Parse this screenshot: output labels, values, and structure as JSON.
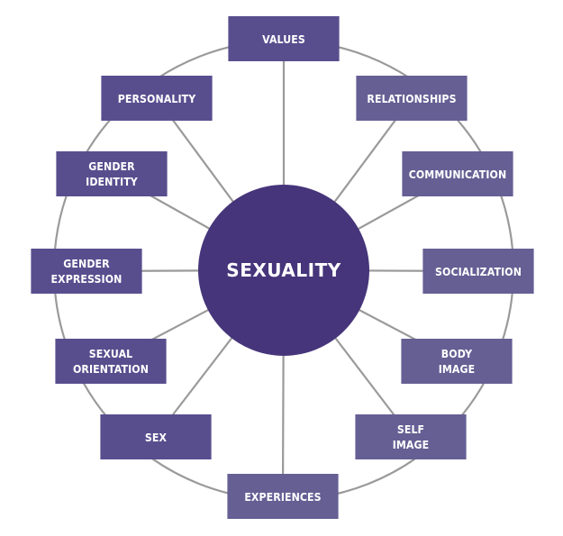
{
  "diagram": {
    "title": "Sexuality",
    "center": {
      "label": "SEXUALITY",
      "color": "#46357a"
    },
    "ring_color": "#9a9a9a",
    "nodes": [
      {
        "id": "values",
        "label": "VALUES",
        "color": "#584e8e"
      },
      {
        "id": "relationships",
        "label": "RELATIONSHIPS",
        "color": "#655f94"
      },
      {
        "id": "communication",
        "label": "COMMUNICATION",
        "color": "#655f94"
      },
      {
        "id": "socialization",
        "label": "SOCIALIZATION",
        "color": "#655f94"
      },
      {
        "id": "body-image",
        "label": "BODY\nIMAGE",
        "color": "#655f94"
      },
      {
        "id": "self-image",
        "label": "SELF\nIMAGE",
        "color": "#655f94"
      },
      {
        "id": "experiences",
        "label": "EXPERIENCES",
        "color": "#655f94"
      },
      {
        "id": "sex",
        "label": "SEX",
        "color": "#584e8e"
      },
      {
        "id": "sexual-orientation",
        "label": "SEXUAL\nORIENTATION",
        "color": "#584e8e"
      },
      {
        "id": "gender-expression",
        "label": "GENDER\nEXPRESSION",
        "color": "#584e8e"
      },
      {
        "id": "gender-identity",
        "label": "GENDER\nIDENTITY",
        "color": "#584e8e"
      },
      {
        "id": "personality",
        "label": "PERSONALITY",
        "color": "#584e8e"
      }
    ]
  }
}
